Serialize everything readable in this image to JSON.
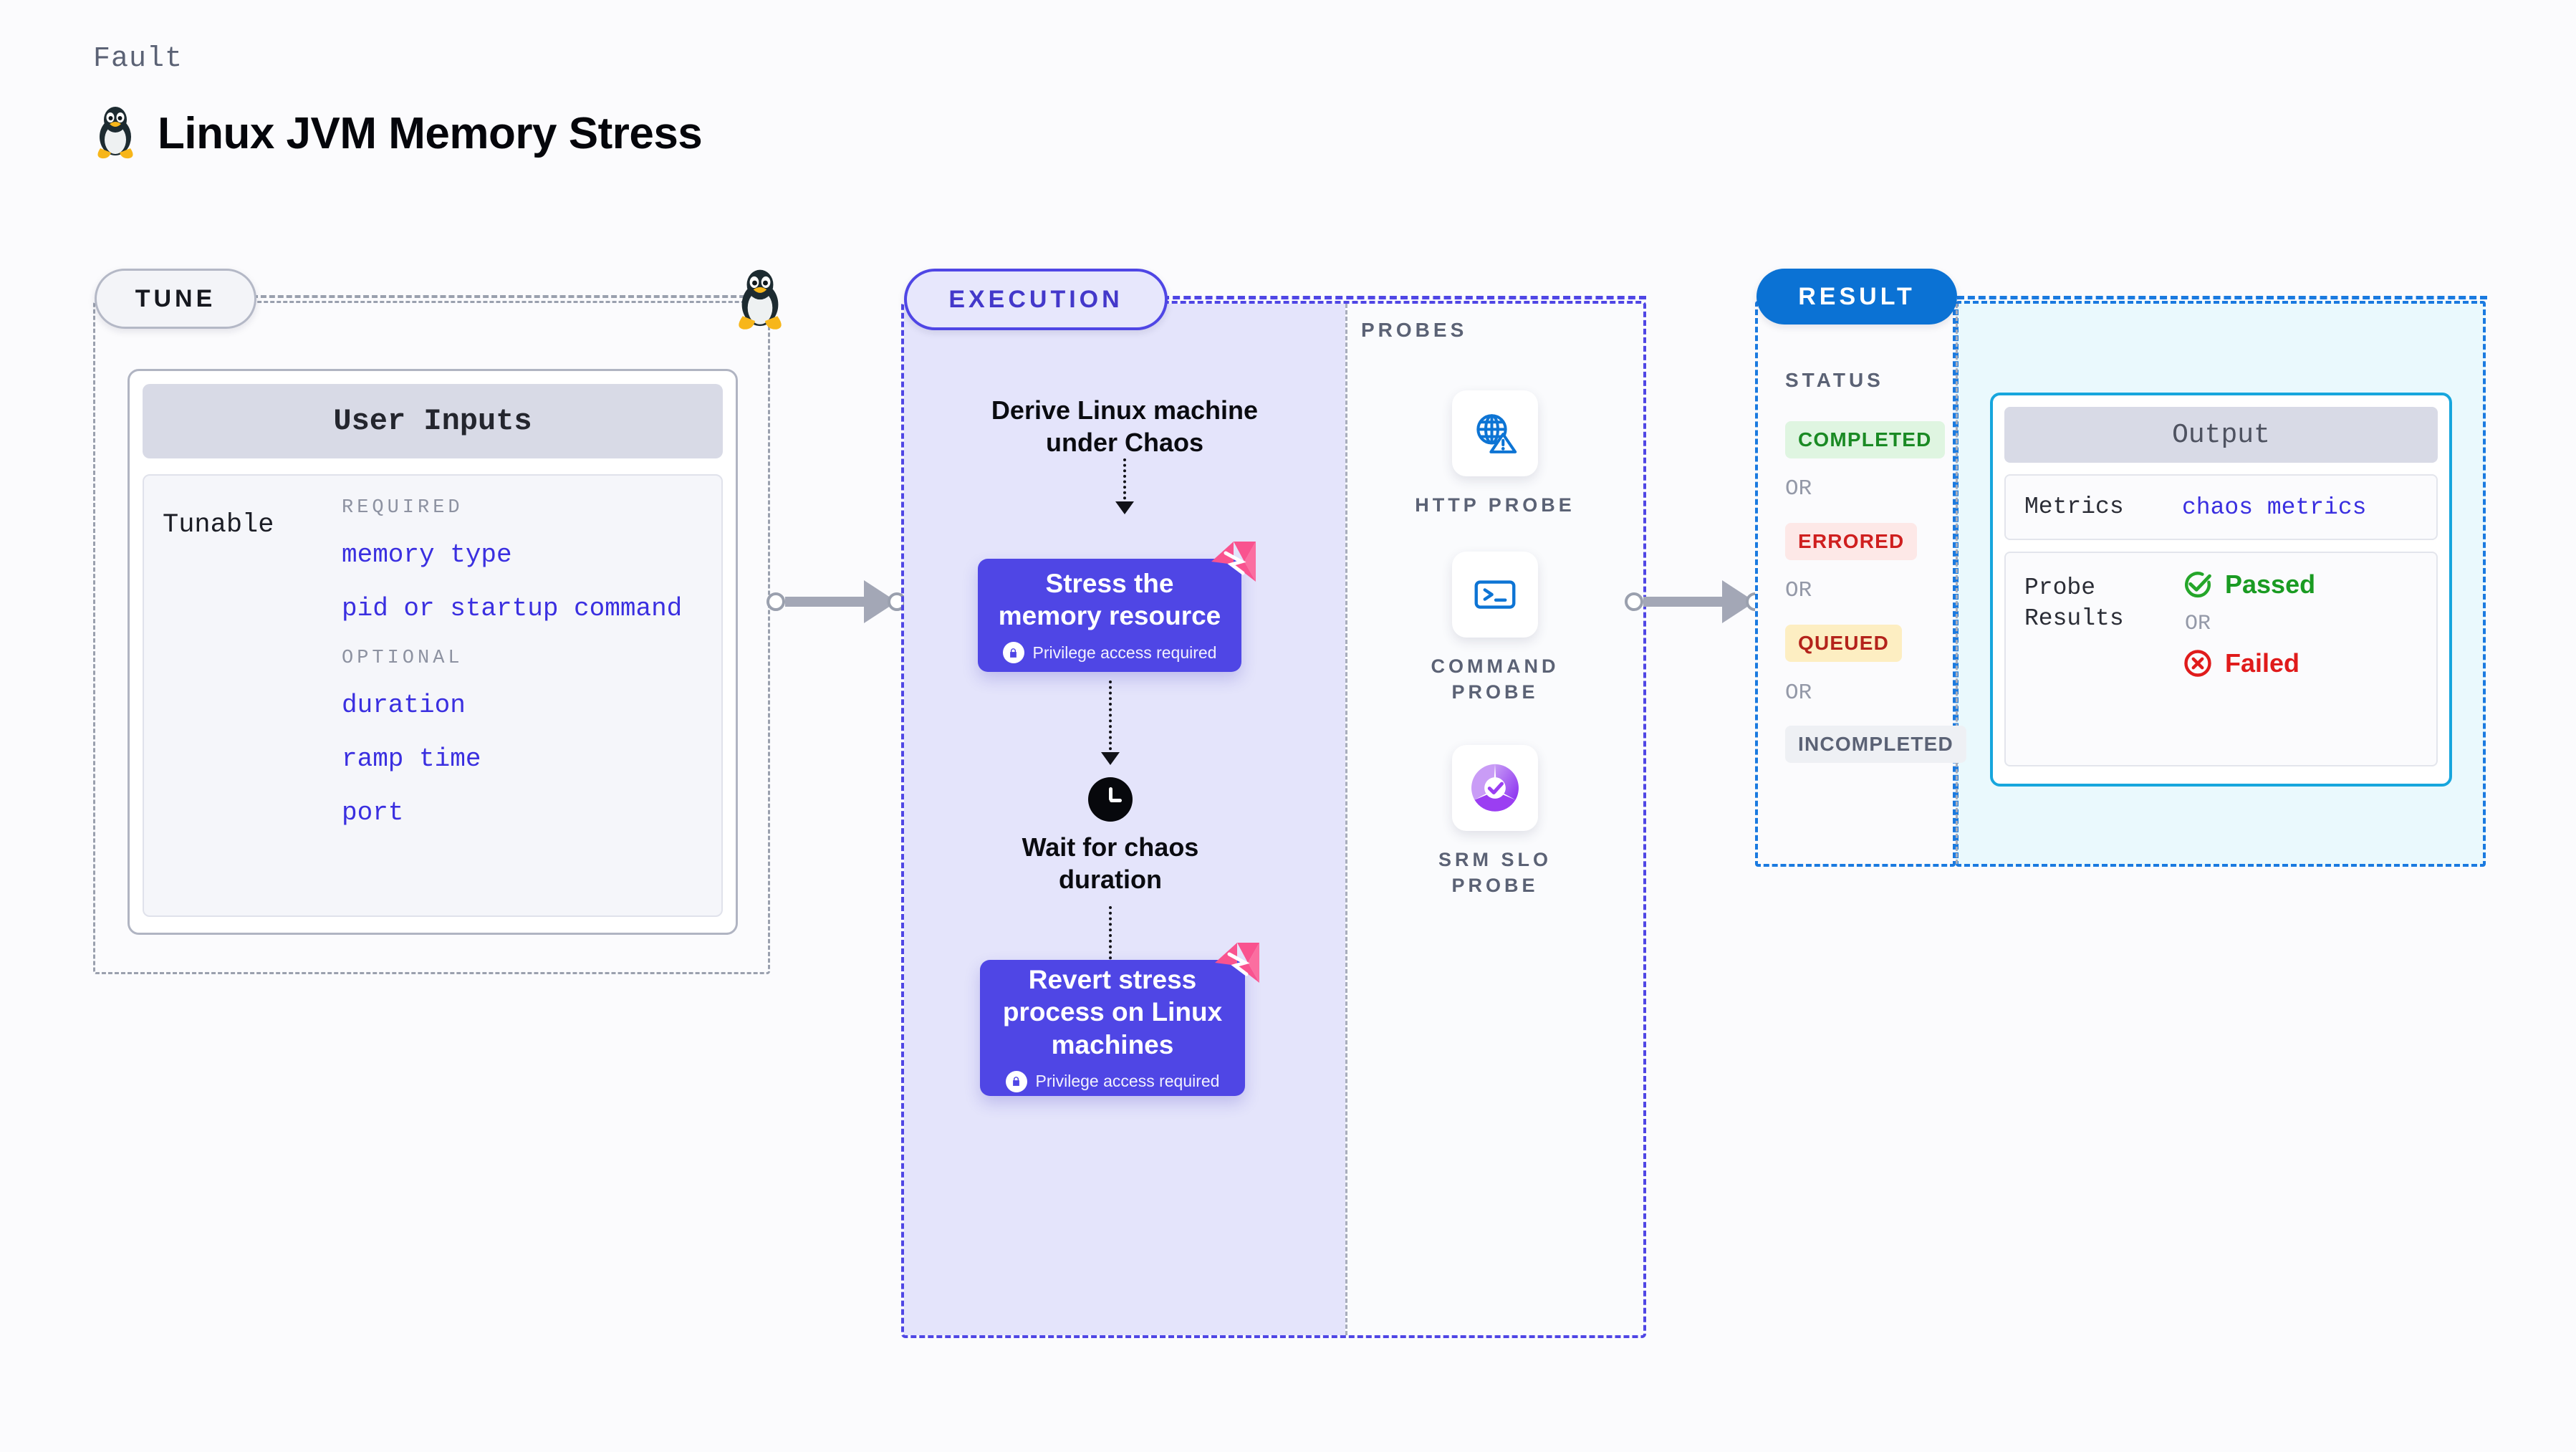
{
  "header": {
    "kicker": "Fault",
    "title": "Linux JVM Memory Stress",
    "icon": "linux-penguin-icon"
  },
  "tune": {
    "badge": "TUNE",
    "card_title": "User Inputs",
    "tunable_label": "Tunable",
    "required_label": "REQUIRED",
    "optional_label": "OPTIONAL",
    "required": [
      "memory type",
      "pid or startup command"
    ],
    "optional": [
      "duration",
      "ramp time",
      "port"
    ]
  },
  "execution": {
    "badge": "EXECUTION",
    "step1": "Derive Linux machine\nunder Chaos",
    "card1": {
      "title": "Stress the\nmemory resource",
      "privilege": "Privilege access required"
    },
    "wait": "Wait for chaos\nduration",
    "card2": {
      "title": "Revert stress\nprocess on Linux\nmachines",
      "privilege": "Privilege access required"
    }
  },
  "probes": {
    "title": "PROBES",
    "items": [
      {
        "name": "HTTP PROBE",
        "icon": "globe-warning-icon"
      },
      {
        "name": "COMMAND PROBE",
        "icon": "terminal-icon"
      },
      {
        "name": "SRM SLO PROBE",
        "icon": "slo-donut-check-icon"
      }
    ]
  },
  "result": {
    "badge": "RESULT",
    "status_title": "STATUS",
    "or_label": "OR",
    "statuses": [
      {
        "label": "COMPLETED",
        "color": "#1a8a24",
        "bg": "#dff5e1"
      },
      {
        "label": "ERRORED",
        "color": "#cf1f1f",
        "bg": "#fde8e7"
      },
      {
        "label": "QUEUED",
        "color": "#b4231b",
        "bg": "#fdeec2"
      },
      {
        "label": "INCOMPLETED",
        "color": "#5b6275",
        "bg": "#eef0f4"
      }
    ],
    "output": {
      "title": "Output",
      "metrics_key": "Metrics",
      "metrics_value": "chaos metrics",
      "probe_key": "Probe\nResults",
      "passed": "Passed",
      "failed": "Failed",
      "or_label": "OR"
    }
  },
  "colors": {
    "indigo": "#4f46e5",
    "blue": "#0b72d4",
    "cyan": "#17a6dd",
    "pink": "#f9538f",
    "param_blue": "#3a2fe0"
  }
}
